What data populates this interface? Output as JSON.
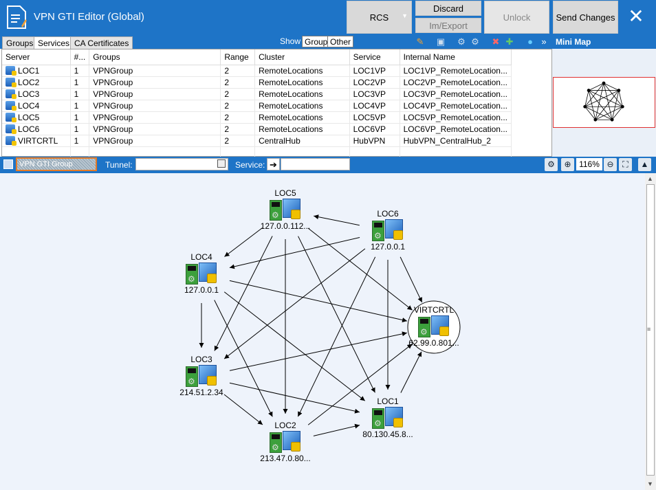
{
  "window": {
    "title": "VPN GTI Editor (Global)"
  },
  "toolbar": {
    "rcs_label": "RCS",
    "discard_label": "Discard",
    "imexport_label": "Im/Export",
    "unlock_label": "Unlock",
    "send_changes_label": "Send Changes",
    "close_glyph": "✕"
  },
  "tabs": [
    {
      "label": "Groups",
      "selected": false
    },
    {
      "label": "Services",
      "selected": true
    },
    {
      "label": "CA Certificates",
      "selected": false
    }
  ],
  "show": {
    "label": "Show",
    "group_label": "Group",
    "other_label": "Other"
  },
  "minimap": {
    "title": "Mini Map"
  },
  "table": {
    "columns": [
      "Server",
      "#...",
      "Groups",
      "Range",
      "Cluster",
      "Service",
      "Internal Name"
    ],
    "rows": [
      {
        "server": "LOC1",
        "num": "1",
        "group": "VPNGroup",
        "range": "2",
        "cluster": "RemoteLocations",
        "service": "LOC1VP",
        "internal": "LOC1VP_RemoteLocation..."
      },
      {
        "server": "LOC2",
        "num": "1",
        "group": "VPNGroup",
        "range": "2",
        "cluster": "RemoteLocations",
        "service": "LOC2VP",
        "internal": "LOC2VP_RemoteLocation..."
      },
      {
        "server": "LOC3",
        "num": "1",
        "group": "VPNGroup",
        "range": "2",
        "cluster": "RemoteLocations",
        "service": "LOC3VP",
        "internal": "LOC3VP_RemoteLocation..."
      },
      {
        "server": "LOC4",
        "num": "1",
        "group": "VPNGroup",
        "range": "2",
        "cluster": "RemoteLocations",
        "service": "LOC4VP",
        "internal": "LOC4VP_RemoteLocation..."
      },
      {
        "server": "LOC5",
        "num": "1",
        "group": "VPNGroup",
        "range": "2",
        "cluster": "RemoteLocations",
        "service": "LOC5VP",
        "internal": "LOC5VP_RemoteLocation..."
      },
      {
        "server": "LOC6",
        "num": "1",
        "group": "VPNGroup",
        "range": "2",
        "cluster": "RemoteLocations",
        "service": "LOC6VP",
        "internal": "LOC6VP_RemoteLocation..."
      },
      {
        "server": "VIRTCRTL",
        "num": "1",
        "group": "VPNGroup",
        "range": "2",
        "cluster": "CentralHub",
        "service": "HubVPN",
        "internal": "HubVPN_CentralHub_2"
      }
    ]
  },
  "filterbar": {
    "group_value": "VPN GTI Group",
    "tunnel_label": "Tunnel:",
    "tunnel_value": "",
    "service_label": "Service:",
    "service_value": "",
    "zoom": "116%"
  },
  "graph": {
    "nodes": [
      {
        "id": "LOC5",
        "name": "LOC5",
        "ip": "127.0.0.112..."
      },
      {
        "id": "LOC6",
        "name": "LOC6",
        "ip": "127.0.0.1"
      },
      {
        "id": "LOC4",
        "name": "LOC4",
        "ip": "127.0.0.1"
      },
      {
        "id": "VIRTCRTL",
        "name": "VIRTCRTL",
        "ip": "62.99.0.801..."
      },
      {
        "id": "LOC3",
        "name": "LOC3",
        "ip": "214.51.2.34"
      },
      {
        "id": "LOC1",
        "name": "LOC1",
        "ip": "80.130.45.8..."
      },
      {
        "id": "LOC2",
        "name": "LOC2",
        "ip": "213.47.0.80..."
      }
    ],
    "edges": [
      [
        "LOC6",
        "LOC5"
      ],
      [
        "LOC6",
        "LOC4"
      ],
      [
        "LOC6",
        "VIRTCRTL"
      ],
      [
        "LOC6",
        "LOC3"
      ],
      [
        "LOC6",
        "LOC2"
      ],
      [
        "LOC6",
        "LOC1"
      ],
      [
        "LOC5",
        "LOC4"
      ],
      [
        "LOC5",
        "LOC3"
      ],
      [
        "LOC5",
        "LOC2"
      ],
      [
        "LOC5",
        "LOC1"
      ],
      [
        "LOC5",
        "VIRTCRTL"
      ],
      [
        "LOC4",
        "LOC3"
      ],
      [
        "LOC4",
        "LOC2"
      ],
      [
        "LOC4",
        "LOC1"
      ],
      [
        "LOC4",
        "VIRTCRTL"
      ],
      [
        "LOC3",
        "LOC2"
      ],
      [
        "LOC3",
        "LOC1"
      ],
      [
        "LOC3",
        "VIRTCRTL"
      ],
      [
        "LOC2",
        "LOC1"
      ],
      [
        "LOC2",
        "VIRTCRTL"
      ],
      [
        "LOC1",
        "VIRTCRTL"
      ]
    ]
  }
}
